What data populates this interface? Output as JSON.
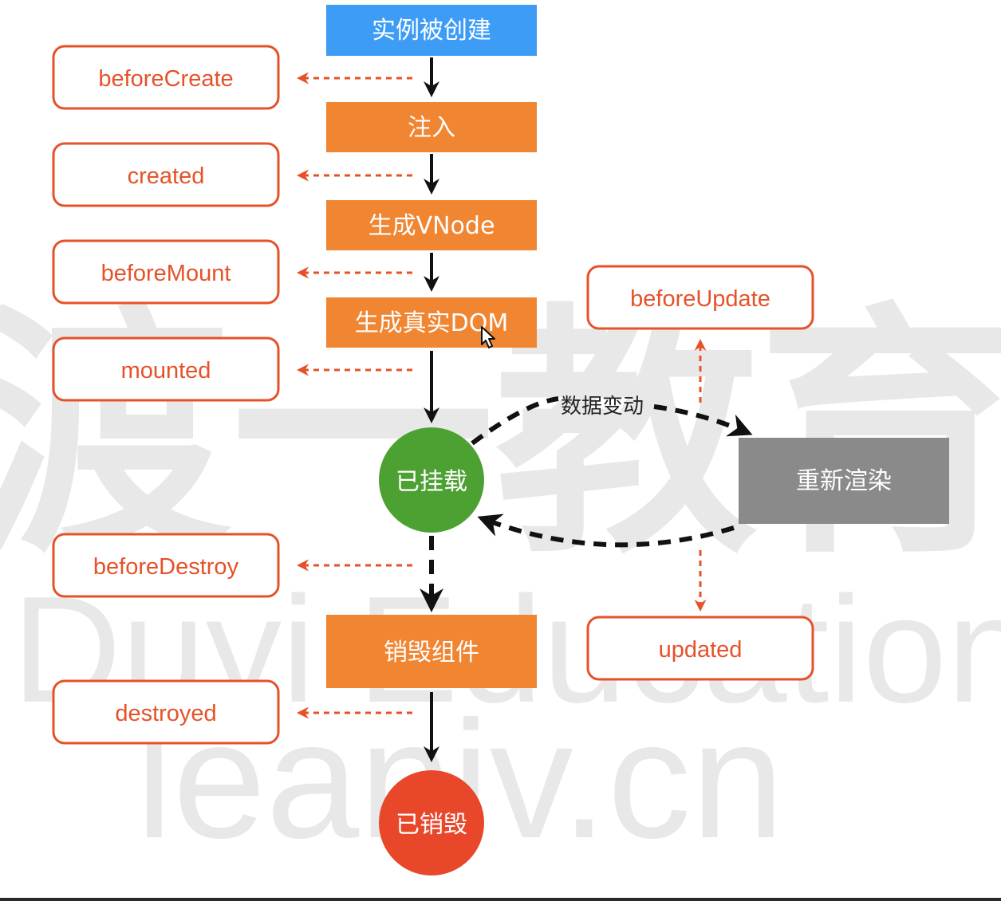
{
  "watermark": {
    "line1": "渡一教育",
    "line2": "Duyi Education",
    "line3": "leaniv.cn"
  },
  "colors": {
    "blue": "#3d9cf5",
    "orange": "#f08532",
    "gray": "#8a8a8a",
    "green": "#4ca132",
    "red": "#e8472a",
    "hook_border": "#e5522a",
    "arrow_black": "#111111"
  },
  "stages": {
    "created_instance": "实例被创建",
    "inject": "注入",
    "gen_vnode": "生成VNode",
    "gen_dom": "生成真实DOM",
    "destroy_component": "销毁组件",
    "rerender": "重新渲染"
  },
  "states": {
    "mounted_state": "已挂载",
    "destroyed_state": "已销毁"
  },
  "hooks": {
    "beforeCreate": "beforeCreate",
    "created": "created",
    "beforeMount": "beforeMount",
    "mounted": "mounted",
    "beforeDestroy": "beforeDestroy",
    "destroyed": "destroyed",
    "beforeUpdate": "beforeUpdate",
    "updated": "updated"
  },
  "labels": {
    "data_change": "数据变动"
  },
  "icons": {
    "cursor": "mouse-pointer-icon"
  }
}
